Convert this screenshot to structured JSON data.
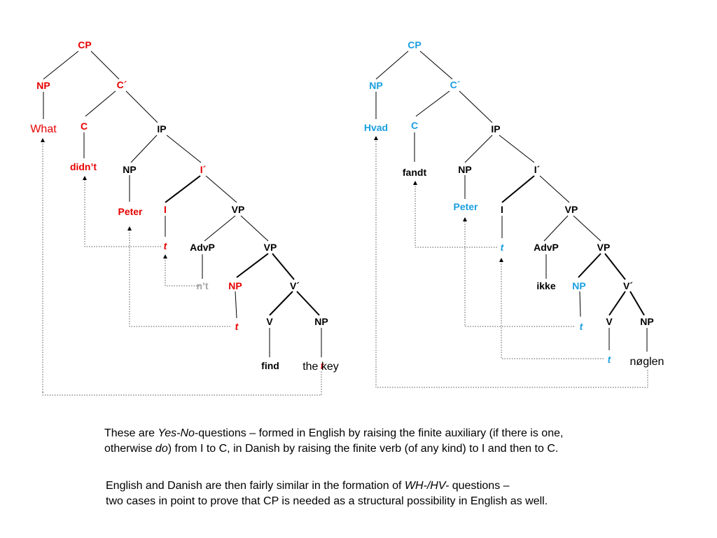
{
  "colors": {
    "english": "#e60000",
    "danish": "#1a9fe0",
    "black": "#000000",
    "gray": "#a6a6a6",
    "trace_line": "#555555"
  },
  "english_tree": {
    "cp": "CP",
    "np_spec": "NP",
    "c_bar": "C´",
    "what": "What",
    "c": "C",
    "ip": "IP",
    "didnt": "didn’t",
    "np_subj": "NP",
    "i_bar": "I´",
    "peter": "Peter",
    "i": "I",
    "vp": "VP",
    "t_i": "t",
    "advp": "AdvP",
    "vp2": "VP",
    "nt": "n’t",
    "np_trace": "NP",
    "v_bar": "V´",
    "t_np": "t",
    "v": "V",
    "np_obj": "NP",
    "find": "find",
    "the_key": "the key",
    "t_obj": "t"
  },
  "danish_tree": {
    "cp": "CP",
    "np_spec": "NP",
    "c_bar": "C´",
    "hvad": "Hvad",
    "c": "C",
    "ip": "IP",
    "fandt": "fandt",
    "np_subj": "NP",
    "i_bar": "I´",
    "peter": "Peter",
    "i": "I",
    "vp": "VP",
    "t_i": "t",
    "advp": "AdvP",
    "vp2": "VP",
    "ikke": "ikke",
    "np_trace": "NP",
    "v_bar": "V´",
    "t_np": "t",
    "v": "V",
    "np_obj": "NP",
    "t_v": "t",
    "noglen": "nøglen"
  },
  "caption_1": {
    "a": "These are ",
    "b_it": "Yes-No",
    "c": "-questions – formed in English by raising the finite auxiliary (if there is one,",
    "d": "otherwise ",
    "e_it": "do",
    "f": ")  from I to C, in Danish by raising the finite verb (of any kind) to I and then to C."
  },
  "caption_2": {
    "a": "English and Danish are then fairly similar in the formation of ",
    "b_it": "WH-/HV-",
    "c": " questions –",
    "d": "two cases in point to prove that CP is needed as a structural possibility in English as well."
  }
}
